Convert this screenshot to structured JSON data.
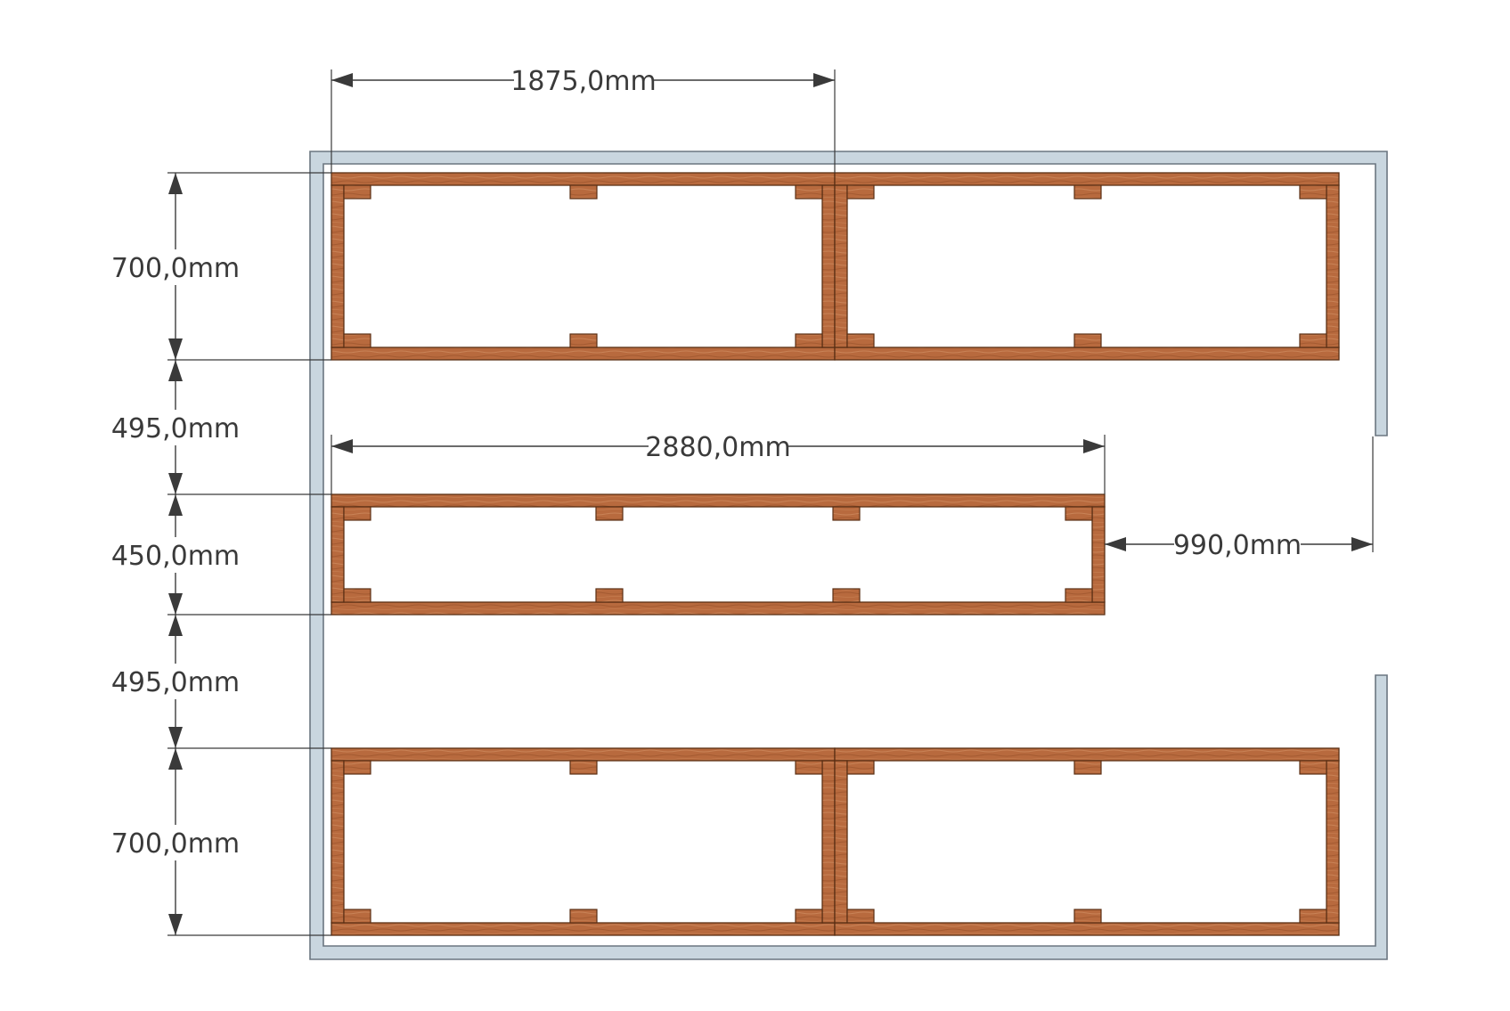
{
  "drawing": {
    "colors": {
      "wood": "#b86a3e",
      "wood_dark": "#5a2f14",
      "wall": "#c9d6df",
      "wall_edge": "#6b7680",
      "dimension_line": "#3a3a3a"
    },
    "dimensions": {
      "top_width": "1875,0mm",
      "middle_width": "2880,0mm",
      "gap_right": "990,0mm",
      "bed_top_depth": "700,0mm",
      "aisle_upper": "495,0mm",
      "bed_middle_depth": "450,0mm",
      "aisle_lower": "495,0mm",
      "bed_bottom_depth": "700,0mm"
    }
  }
}
